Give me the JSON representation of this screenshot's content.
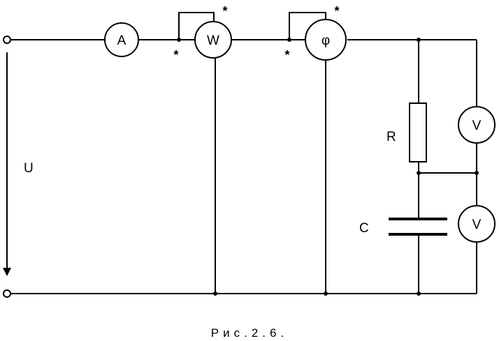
{
  "meters": {
    "ammeter": "A",
    "wattmeter": "W",
    "phase_meter": "φ",
    "voltmeter_r": "V",
    "voltmeter_c": "V"
  },
  "components": {
    "resistor": "R",
    "capacitor": "C",
    "source_voltage": "U"
  },
  "generator_mark": "*",
  "caption": "Рис.2.6."
}
